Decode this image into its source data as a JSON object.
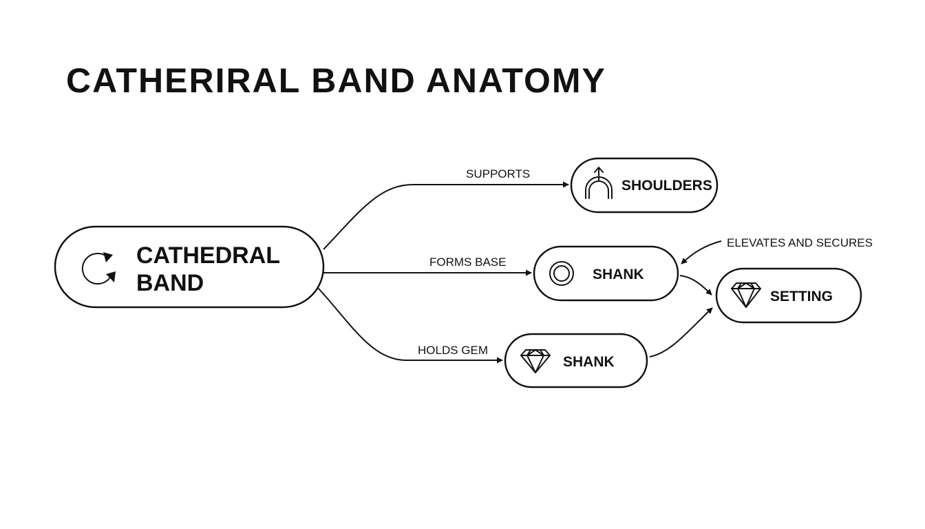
{
  "title": "CATHERIRAL BAND ANATOMY",
  "nodes": {
    "cathedral_band": {
      "line1": "CATHEDRAL",
      "line2": "BAND",
      "icon": "refresh-cycle-icon"
    },
    "shoulders": {
      "label": "SHOULDERS",
      "icon": "arch-arrow-icon"
    },
    "shank_top": {
      "label": "SHANK",
      "icon": "ring-icon"
    },
    "shank_bottom": {
      "label": "SHANK",
      "icon": "diamond-icon"
    },
    "setting": {
      "label": "SETTING",
      "icon": "diamond-icon"
    }
  },
  "edges": {
    "supports": "SUPPORTS",
    "forms_base": "FORMS BASE",
    "holds_gem": "HOLDS GEM",
    "elevates_secures": "ELEVATES AND SECURES"
  }
}
